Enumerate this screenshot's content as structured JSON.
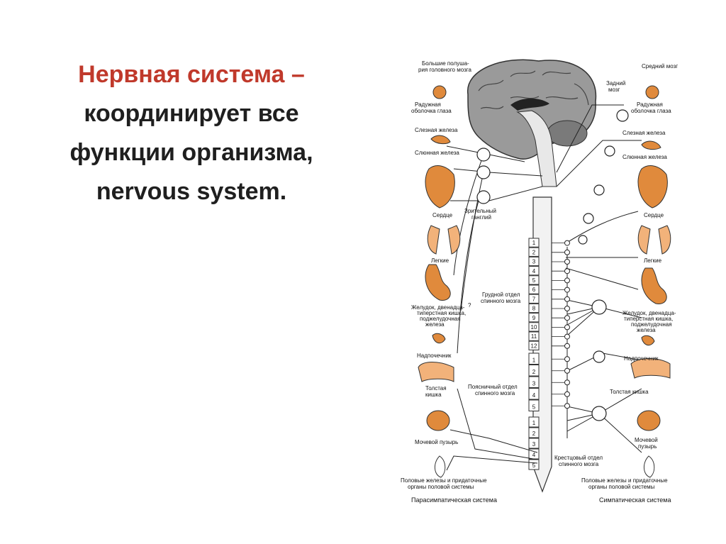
{
  "slide": {
    "title_red": "Нервная система –",
    "title_lines": [
      "координирует все",
      "функции организма,",
      "nervous system."
    ]
  },
  "diagram": {
    "top_left_label": [
      "Большие полуша-",
      "рия головного мозга"
    ],
    "midbrain": "Средний мозг",
    "hindbrain": [
      "Задний",
      "мозг"
    ],
    "iris": [
      "Радужная",
      "оболочка глаза"
    ],
    "lacrimal": "Слезная железа",
    "salivary": "Слюнная железа",
    "heart": "Сердце",
    "lungs": "Легкие",
    "stomach": [
      "Желудок, двенадца-",
      "типерстная кишка,",
      "поджелудочная",
      "железа"
    ],
    "adrenal": "Надпочечник",
    "colon": [
      "Толстая",
      "кишка"
    ],
    "bladder": "Мочевой пузырь",
    "bladder_right": [
      "Мочевой",
      "пузырь"
    ],
    "gonads": [
      "Половые железы и придаточные",
      "органы половой системы"
    ],
    "ciliary": [
      "Зрительный",
      "ганглий"
    ],
    "thoracic": [
      "Грудной отдел",
      "спинного мозга"
    ],
    "lumbar": [
      "Поясничный отдел",
      "спинного мозга"
    ],
    "sacral": [
      "Крестцовый отдел",
      "спинного мозга"
    ],
    "question": "?",
    "parasympathetic": "Парасимпатическая система",
    "sympathetic": "Симпатическая система",
    "cervical_nums": [
      "1",
      "2",
      "3",
      "4",
      "5",
      "6",
      "7",
      "8",
      "9",
      "10",
      "11",
      "12"
    ],
    "lumbar_nums": [
      "1",
      "2",
      "3",
      "4",
      "5"
    ],
    "sacral_nums": [
      "1",
      "2",
      "3",
      "4",
      "5"
    ]
  },
  "colors": {
    "title_red": "#c0392b",
    "organ": "#e08a3c",
    "brain": "#8c8c8c"
  }
}
